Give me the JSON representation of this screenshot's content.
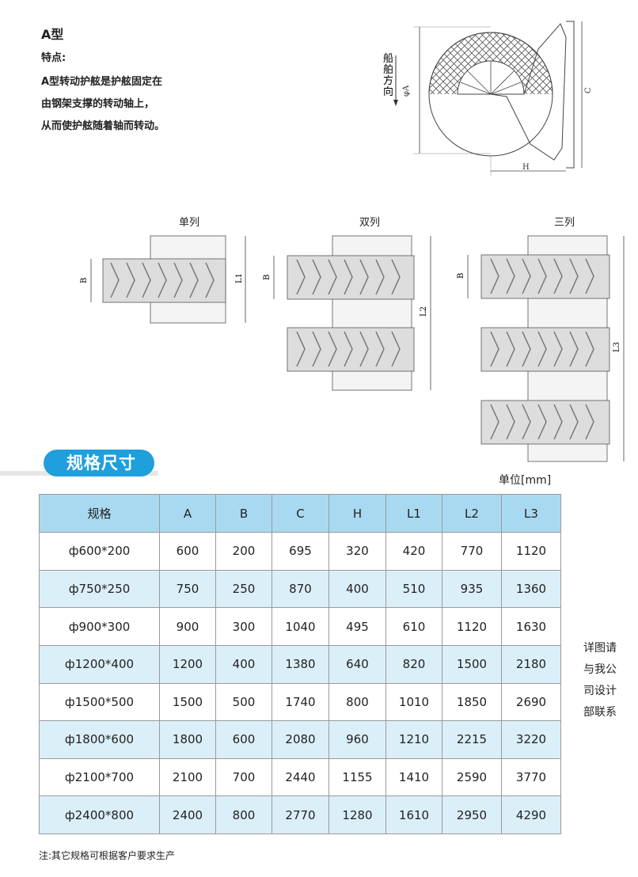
{
  "header": {
    "type_title": "A型",
    "feature_label": "特点:",
    "description_lines": [
      "A型转动护舷是护舷固定在",
      "由钢架支撑的转动轴上，",
      "从而使护舷随着轴而转动。"
    ]
  },
  "diagram": {
    "direction_text": [
      "船",
      "舶",
      "方",
      "向"
    ],
    "dim_a": "φA",
    "dim_c": "C",
    "dim_h": "H"
  },
  "arrangements": {
    "single": {
      "title": "单列",
      "dim_b": "B",
      "dim_l": "L1"
    },
    "double": {
      "title": "双列",
      "dim_b": "B",
      "dim_l": "L2"
    },
    "triple": {
      "title": "三列",
      "dim_b": "B",
      "dim_l": "L3"
    }
  },
  "section": {
    "title": "规格尺寸",
    "unit": "单位[mm]"
  },
  "colors": {
    "banner": "#1f9fdc",
    "header_row": "#a9d9f1",
    "alt_row": "#dbeff9"
  },
  "table": {
    "headers": [
      "规格",
      "A",
      "B",
      "C",
      "H",
      "L1",
      "L2",
      "L3"
    ],
    "rows": [
      [
        "ф600*200",
        "600",
        "200",
        "695",
        "320",
        "420",
        "770",
        "1120"
      ],
      [
        "ф750*250",
        "750",
        "250",
        "870",
        "400",
        "510",
        "935",
        "1360"
      ],
      [
        "ф900*300",
        "900",
        "300",
        "1040",
        "495",
        "610",
        "1120",
        "1630"
      ],
      [
        "ф1200*400",
        "1200",
        "400",
        "1380",
        "640",
        "820",
        "1500",
        "2180"
      ],
      [
        "ф1500*500",
        "1500",
        "500",
        "1740",
        "800",
        "1010",
        "1850",
        "2690"
      ],
      [
        "ф1800*600",
        "1800",
        "600",
        "2080",
        "960",
        "1210",
        "2215",
        "3220"
      ],
      [
        "ф2100*700",
        "2100",
        "700",
        "2440",
        "1155",
        "1410",
        "2590",
        "3770"
      ],
      [
        "ф2400*800",
        "2400",
        "800",
        "2770",
        "1280",
        "1610",
        "2950",
        "4290"
      ]
    ]
  },
  "side_note_lines": [
    "详图请",
    "与我公",
    "司设计",
    "部联系"
  ],
  "footer_note": "注:其它规格可根据客户要求生产"
}
